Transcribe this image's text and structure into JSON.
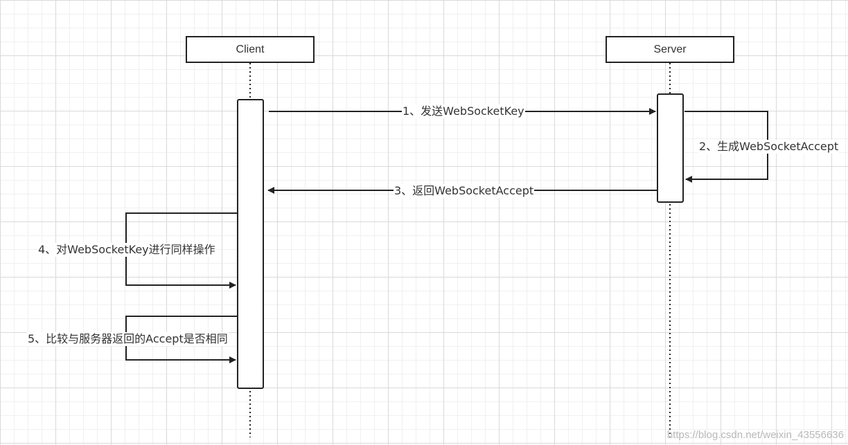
{
  "actors": {
    "client": "Client",
    "server": "Server"
  },
  "messages": {
    "m1": "1、发送WebSocketKey",
    "m2": "2、生成WebSocketAccept",
    "m3": "3、返回WebSocketAccept",
    "m4": "4、对WebSocketKey进行同样操作",
    "m5": "5、比较与服务器返回的Accept是否相同"
  },
  "watermark": "https://blog.csdn.net/weixin_43556636",
  "colors": {
    "line": "#222222",
    "grid": "#d9d9d9",
    "text": "#333333"
  }
}
